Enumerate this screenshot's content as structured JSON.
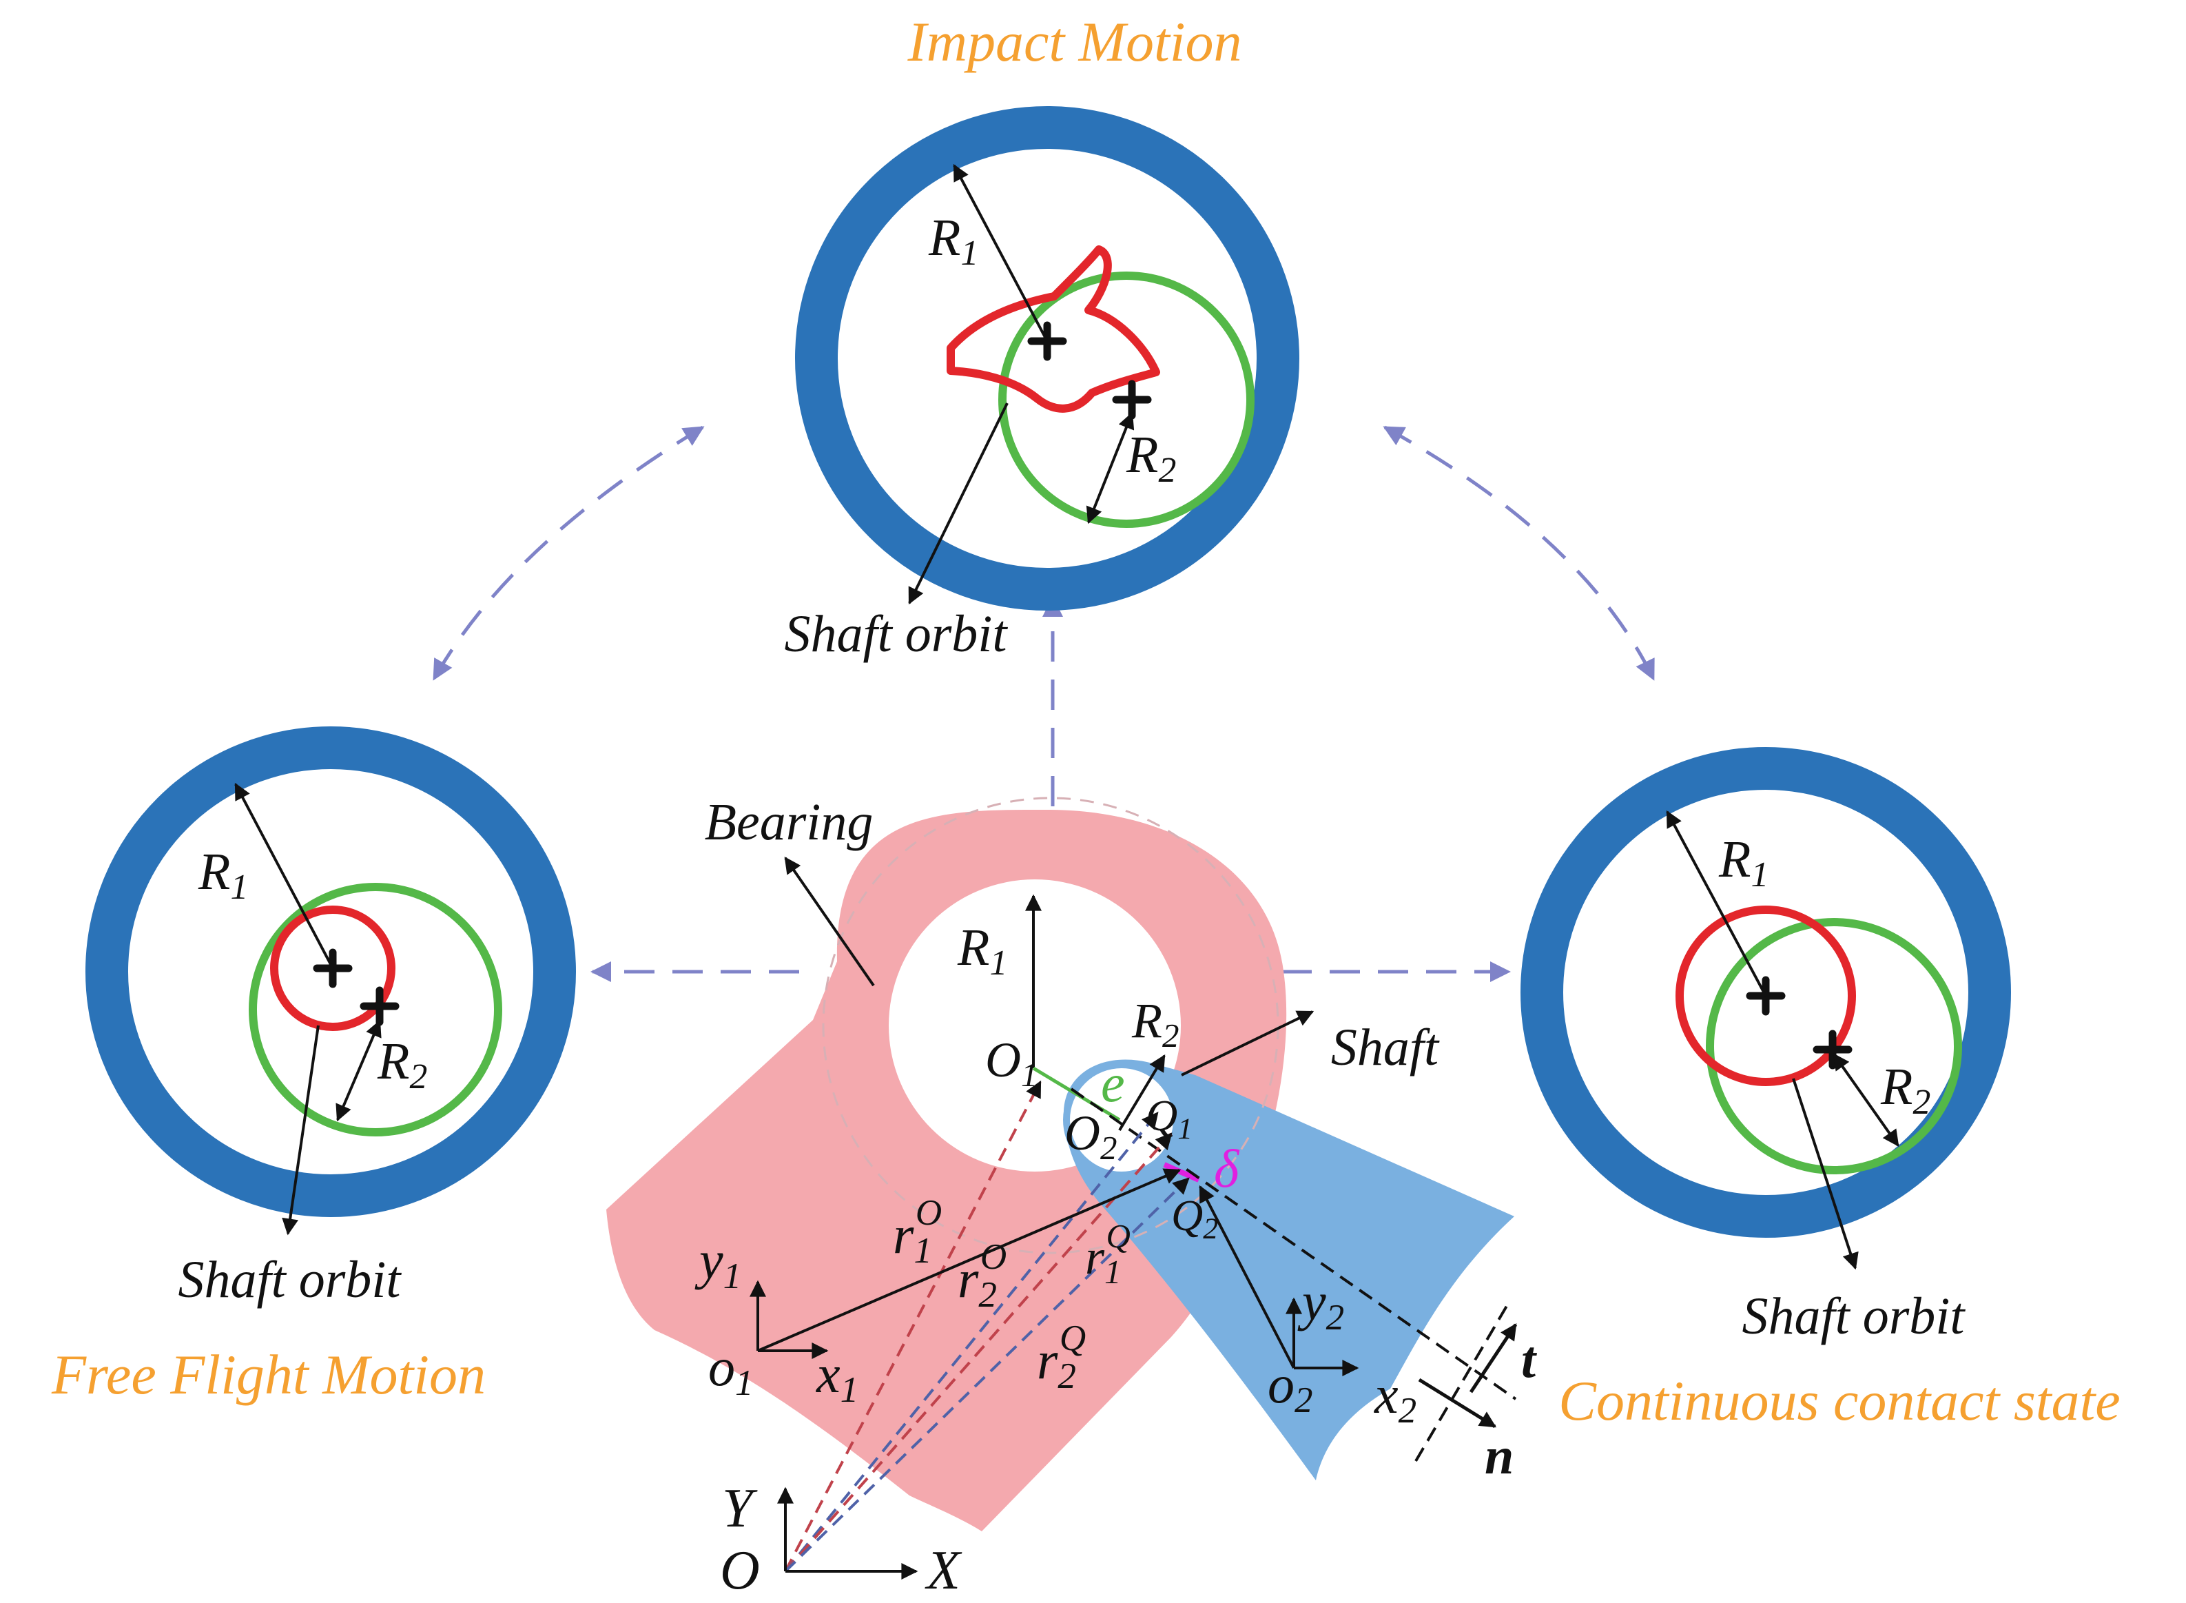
{
  "colors": {
    "ring": "#2B73B8",
    "bearing_body": "#F4A9AE",
    "shaft_body": "#7AB0E0",
    "shaft_orbit": "#E3262B",
    "bushing_circle": "#54B848",
    "state_title": "#F5A030",
    "transition_arrow": "#7F83C8",
    "delta": "#E020E0",
    "e_label": "#54B848"
  },
  "states": {
    "impact": {
      "title": "Impact Motion",
      "r1": "R",
      "r1_sub": "1",
      "r2": "R",
      "r2_sub": "2",
      "orbit_label": "Shaft orbit"
    },
    "free_flight": {
      "title": "Free Flight Motion",
      "r1": "R",
      "r1_sub": "1",
      "r2": "R",
      "r2_sub": "2",
      "orbit_label": "Shaft orbit"
    },
    "continuous": {
      "title": "Continuous contact state",
      "r1": "R",
      "r1_sub": "1",
      "r2": "R",
      "r2_sub": "2",
      "orbit_label": "Shaft orbit"
    }
  },
  "center": {
    "bearing_label": "Bearing",
    "shaft_label": "Shaft",
    "R1": "R",
    "R1_sub": "1",
    "R2": "R",
    "R2_sub": "2",
    "O1": "O",
    "O1_sub": "1",
    "O2": "O",
    "O2_sub": "2",
    "Q1": "Q",
    "Q1_sub": "1",
    "Q2": "Q",
    "Q2_sub": "2",
    "e": "e",
    "delta": "δ",
    "r1O": "r",
    "r1O_sub": "1",
    "r1O_sup": "O",
    "r2O": "r",
    "r2O_sub": "2",
    "r2O_sup": "O",
    "r1Q": "r",
    "r1Q_sub": "1",
    "r1Q_sup": "Q",
    "r2Q": "r",
    "r2Q_sub": "2",
    "r2Q_sup": "Q",
    "y1": "y",
    "y1_sub": "1",
    "x1": "x",
    "x1_sub": "1",
    "o1": "o",
    "o1_sub": "1",
    "y2": "y",
    "y2_sub": "2",
    "x2": "x",
    "x2_sub": "2",
    "o2": "o",
    "o2_sub": "2",
    "t": "t",
    "n": "n",
    "Y": "Y",
    "X": "X",
    "O": "O"
  }
}
